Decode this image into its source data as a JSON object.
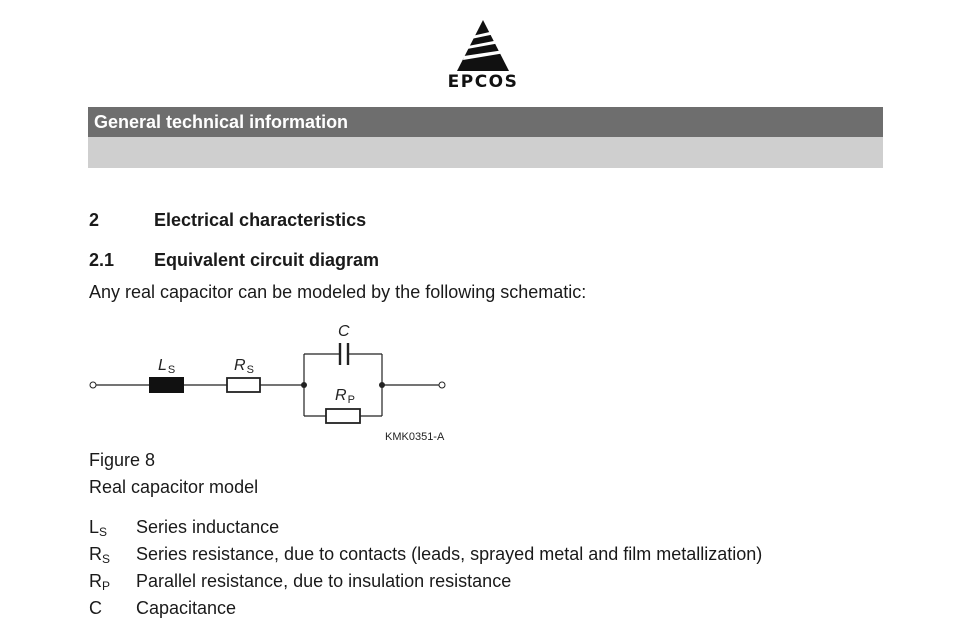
{
  "logo": {
    "text": "EPCOS"
  },
  "header": {
    "title": "General technical information"
  },
  "section": {
    "number": "2",
    "title": "Electrical characteristics"
  },
  "subsection": {
    "number": "2.1",
    "title": "Equivalent circuit diagram"
  },
  "intro": "Any real capacitor can be modeled by the following schematic:",
  "circuit": {
    "labels": {
      "ls_main": "L",
      "ls_sub": "S",
      "rs_main": "R",
      "rs_sub": "S",
      "rp_main": "R",
      "rp_sub": "P",
      "c": "C"
    },
    "code": "KMK0351-A"
  },
  "figure": {
    "number": "Figure 8",
    "caption": "Real capacitor model"
  },
  "legend": [
    {
      "main": "L",
      "sub": "S",
      "desc": "Series inductance"
    },
    {
      "main": "R",
      "sub": "S",
      "desc": "Series resistance, due to contacts (leads, sprayed metal and film metallization)"
    },
    {
      "main": "R",
      "sub": "P",
      "desc": "Parallel resistance, due to insulation resistance"
    },
    {
      "main": "C",
      "sub": "",
      "desc": "Capacitance"
    }
  ]
}
